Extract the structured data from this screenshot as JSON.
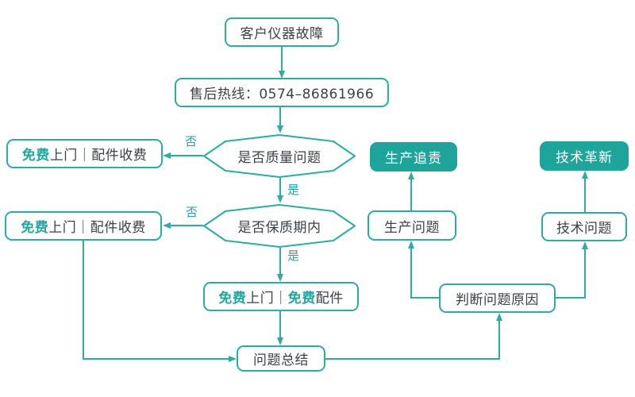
{
  "colors": {
    "accent": "#1fa49c",
    "line": "#2bada4",
    "text": "#3b4146",
    "filled_node_text": "#ffffff"
  },
  "diagram": {
    "type": "flowchart",
    "nodes": {
      "customer_fault": {
        "label": "客户仪器故障"
      },
      "hotline": {
        "label": "售后热线：0574–86861966"
      },
      "decision_quality": {
        "label": "是否质量问题"
      },
      "free_visit_paid_parts_1": {
        "parts": [
          "免费",
          "上门｜配件收费"
        ]
      },
      "decision_warranty": {
        "label": "是否保质期内"
      },
      "free_visit_paid_parts_2": {
        "parts": [
          "免费",
          "上门｜配件收费"
        ]
      },
      "free_visit_free_parts": {
        "parts": [
          "免费",
          "上门｜",
          "免费",
          "配件"
        ]
      },
      "problem_summary": {
        "label": "问题总结"
      },
      "production_accountability": {
        "label": "生产追责"
      },
      "production_problem": {
        "label": "生产问题"
      },
      "tech_innovation": {
        "label": "技术革新"
      },
      "tech_problem": {
        "label": "技术问题"
      },
      "determine_cause": {
        "label": "判断问题原因"
      }
    },
    "edge_labels": {
      "quality_no": "否",
      "quality_yes": "是",
      "warranty_no": "否",
      "warranty_yes": "是"
    }
  }
}
